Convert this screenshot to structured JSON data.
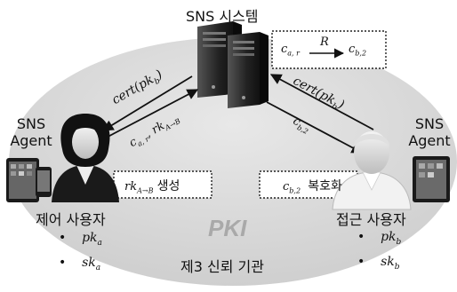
{
  "title": "SNS 시스템",
  "left_agent": {
    "line1": "SNS",
    "line2": "Agent"
  },
  "right_agent": {
    "line1": "SNS",
    "line2": "Agent"
  },
  "top_box": {
    "left": "c",
    "left_sub": "a, r",
    "arrow_label": "R",
    "right": "c",
    "right_sub": "b,2"
  },
  "arrow_left_top": {
    "text": "cert(pk",
    "sub": "b",
    "close": ")"
  },
  "arrow_left_bottom": {
    "c": "c",
    "c_sub": "a, r",
    "comma": ",",
    "rk": "rk",
    "rk_sub": "A→B"
  },
  "arrow_right_top": {
    "text": "cert(pk",
    "sub": "b",
    "close": ")"
  },
  "arrow_right_bottom": {
    "c": "c",
    "c_sub": "b,2"
  },
  "left_box": {
    "rk": "rk",
    "rk_sub": "A→B",
    "label": "생성"
  },
  "right_box": {
    "c": "c",
    "c_sub": "b,2",
    "label": "복호화"
  },
  "left_user": {
    "title": "제어 사용자",
    "items": [
      {
        "bullet": "•",
        "var": "pk",
        "sub": "a"
      },
      {
        "bullet": "•",
        "var": "sk",
        "sub": "a"
      }
    ]
  },
  "right_user": {
    "title": "접근 사용자",
    "items": [
      {
        "bullet": "•",
        "var": "pk",
        "sub": "b"
      },
      {
        "bullet": "•",
        "var": "sk",
        "sub": "b"
      }
    ]
  },
  "pki": {
    "label": "PKI",
    "caption": "제3 신뢰 기관"
  },
  "icons": [
    "server-icon",
    "female-user-icon",
    "male-user-icon",
    "tablet-icon",
    "phone-icon"
  ],
  "colors": {
    "ellipse_fill": "#d8d8d8",
    "pki_text": "#a9a9a9",
    "server": "#2a2a2a"
  }
}
